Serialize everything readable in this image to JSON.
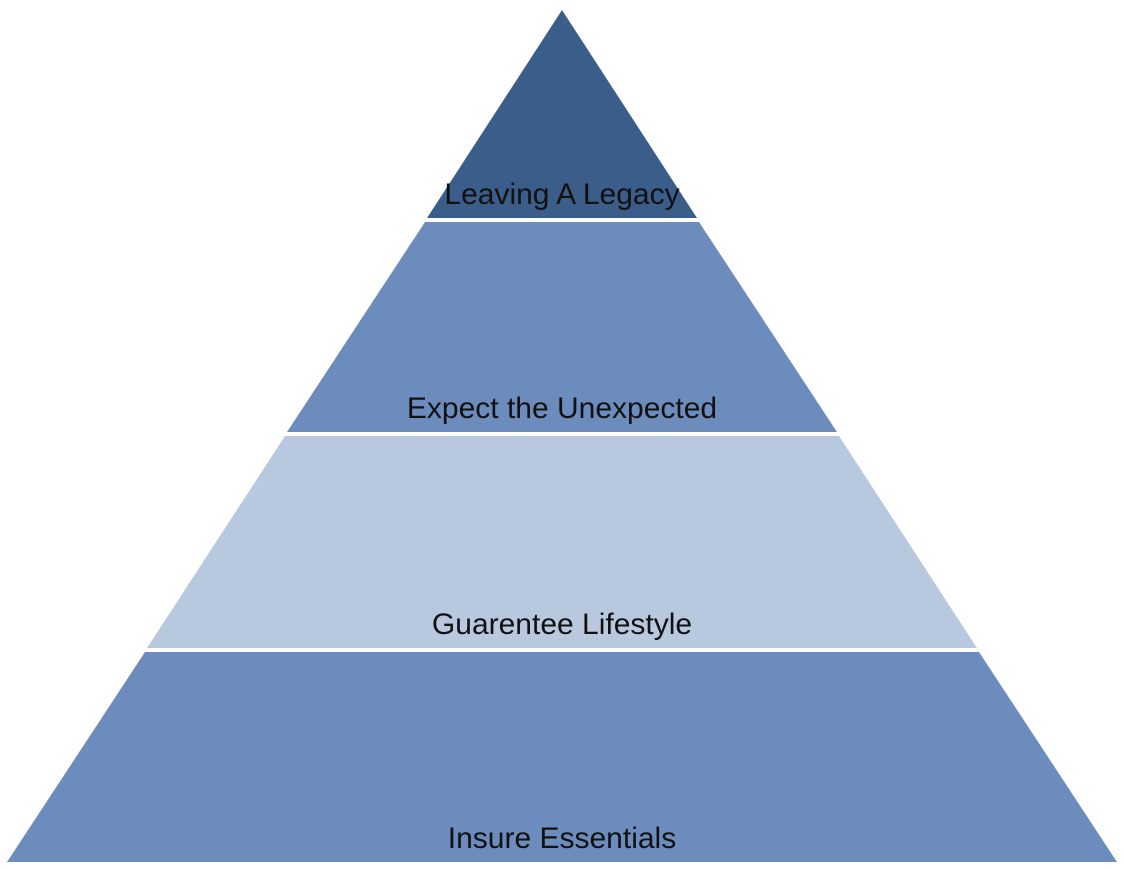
{
  "pyramid": {
    "tiers": [
      {
        "label": "Leaving A Legacy",
        "color": "#3a5d8a"
      },
      {
        "label": "Expect the Unexpected",
        "color": "#6c8cbd"
      },
      {
        "label": "Guarentee Lifestyle",
        "color": "#b8c8df"
      },
      {
        "label": "Insure Essentials",
        "color": "#6c8cbd"
      }
    ],
    "divider_color": "#ffffff"
  }
}
